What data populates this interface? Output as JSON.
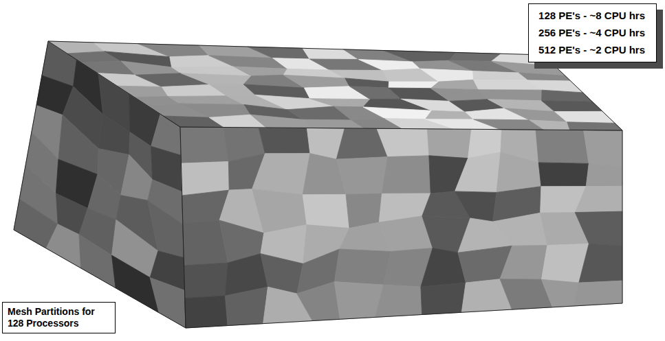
{
  "diagram": {
    "nodes": [
      {
        "text": [
          "128 PE's - ~8 CPU hrs",
          "256 PE's - ~4 CPU hrs",
          "512 PE's - ~2 CPU hrs"
        ]
      },
      {
        "text": [
          "Mesh Partitions for 128 Processors"
        ]
      }
    ]
  }
}
